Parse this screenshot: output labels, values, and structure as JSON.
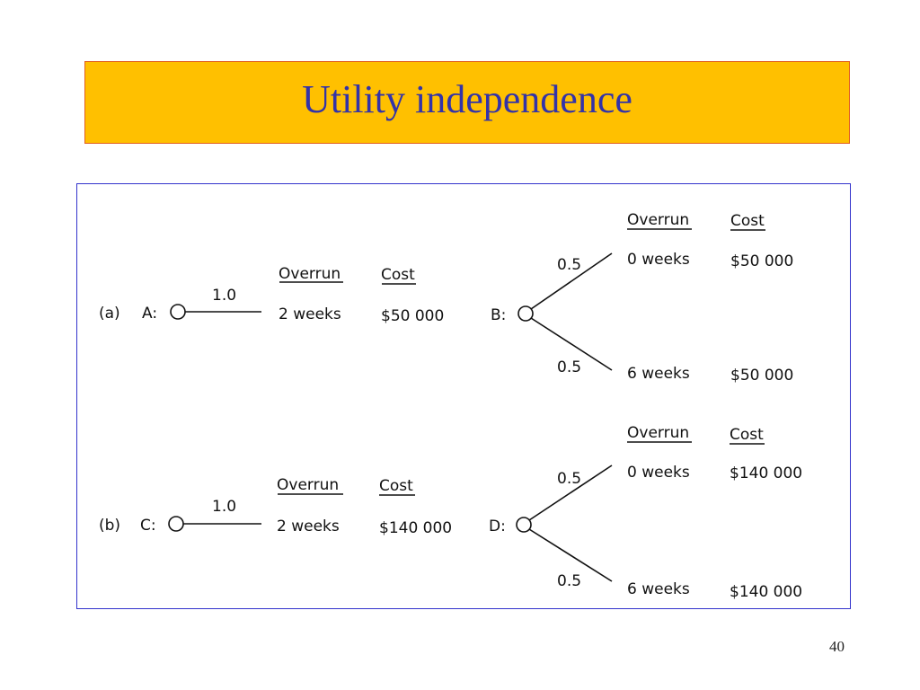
{
  "slide": {
    "title": "Utility independence",
    "page_number": "40"
  },
  "diagram": {
    "part_a": {
      "label": "(a)",
      "lottery_a": {
        "node": "A:",
        "probability": "1.0",
        "header_overrun": "Overrun",
        "header_cost": "Cost",
        "overrun": "2 weeks",
        "cost": "$50 000"
      },
      "lottery_b": {
        "node": "B:",
        "header_overrun": "Overrun",
        "header_cost": "Cost",
        "branches": [
          {
            "probability": "0.5",
            "overrun": "0 weeks",
            "cost": "$50 000"
          },
          {
            "probability": "0.5",
            "overrun": "6 weeks",
            "cost": "$50 000"
          }
        ]
      }
    },
    "part_b": {
      "label": "(b)",
      "lottery_c": {
        "node": "C:",
        "probability": "1.0",
        "header_overrun": "Overrun",
        "header_cost": "Cost",
        "overrun": "2 weeks",
        "cost": "$140 000"
      },
      "lottery_d": {
        "node": "D:",
        "header_overrun": "Overrun",
        "header_cost": "Cost",
        "branches": [
          {
            "probability": "0.5",
            "overrun": "0 weeks",
            "cost": "$140 000"
          },
          {
            "probability": "0.5",
            "overrun": "6 weeks",
            "cost": "$140 000"
          }
        ]
      }
    }
  }
}
